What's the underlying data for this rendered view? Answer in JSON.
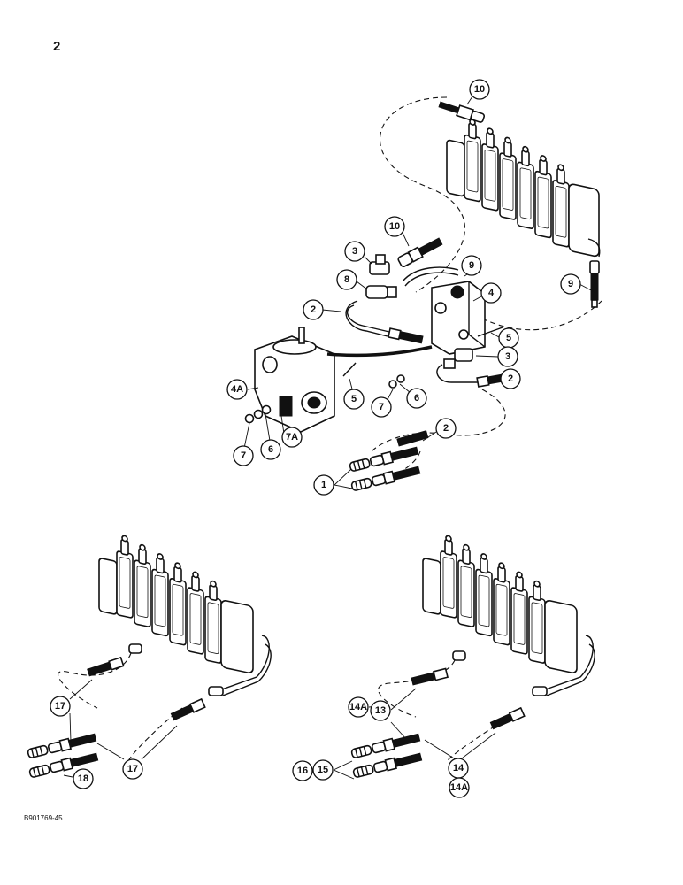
{
  "page": {
    "number": "2",
    "figure_code": "B901769-45"
  },
  "callouts": {
    "c10a": "10",
    "c10b": "10",
    "c9a": "9",
    "c9b": "9",
    "c3a": "3",
    "c3b": "3",
    "c8": "8",
    "c4": "4",
    "c2a": "2",
    "c2b": "2",
    "c2c": "2",
    "c5a": "5",
    "c5b": "5",
    "c6a": "6",
    "c6b": "6",
    "c7a": "7",
    "c7b": "7",
    "c4a": "4A",
    "c7aa": "7A",
    "c1": "1",
    "c17a": "17",
    "c17b": "17",
    "c18": "18",
    "c14a_top": "14A",
    "c13": "13",
    "c16": "16",
    "c15": "15",
    "c14": "14",
    "c14a_bot": "14A"
  }
}
